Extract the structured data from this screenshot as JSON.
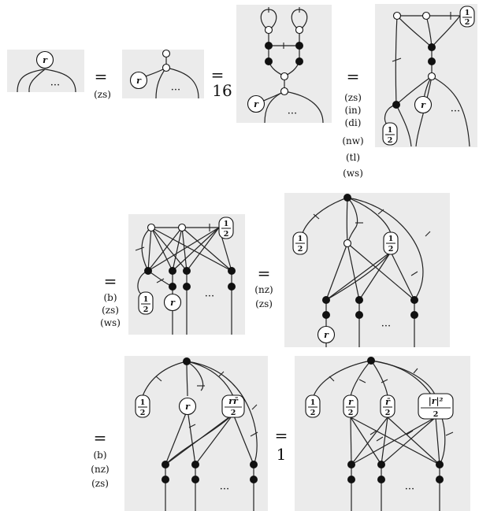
{
  "diagram": {
    "node_label": "r",
    "ellipsis": "···",
    "half_num": "1",
    "half_den": "2",
    "rbar_num": "r̄",
    "rrbar_num": "rr̄",
    "r_num": "r",
    "abs_num": "|r|²"
  },
  "equations": [
    {
      "sign": "=",
      "rules": [
        "(zs)"
      ]
    },
    {
      "sign": "=",
      "scalar": "16"
    },
    {
      "sign": "=",
      "rules": [
        "(zs)",
        "(in)",
        "(di)",
        "(nw)",
        "(tl)",
        "(ws)"
      ]
    },
    {
      "sign": "=",
      "rules": [
        "(b)",
        "(zs)",
        "(ws)"
      ]
    },
    {
      "sign": "=",
      "rules": [
        "(nz)",
        "(zs)"
      ]
    },
    {
      "sign": "=",
      "rules": [
        "(b)",
        "(nz)",
        "(zs)"
      ]
    },
    {
      "sign": "=",
      "scalar": "1"
    }
  ]
}
